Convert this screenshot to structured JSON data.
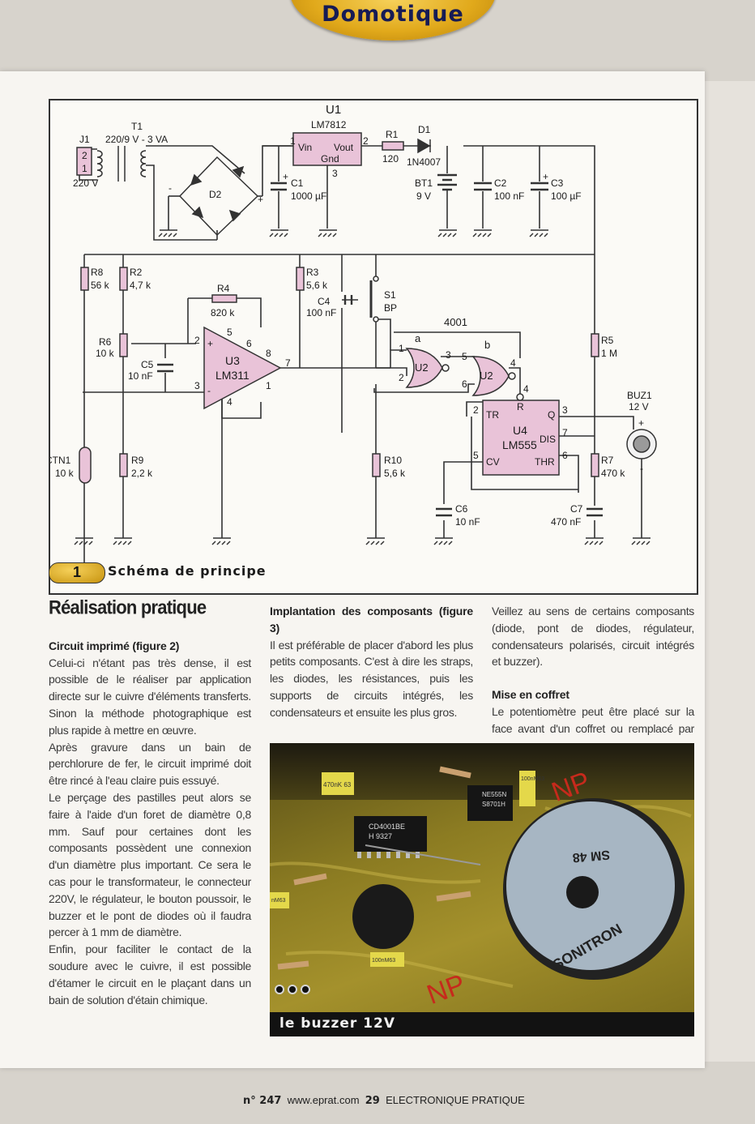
{
  "header": {
    "section": "Domotique"
  },
  "figure1": {
    "number": "1",
    "caption": "Schéma de principe",
    "labels": {
      "u1": "U1",
      "u1_part": "LM7812",
      "vin": "Vin",
      "vout": "Vout",
      "gnd": "Gnd",
      "u1_p1": "1",
      "u1_p2": "2",
      "u1_p3": "3",
      "t1": "T1",
      "t1_spec": "220/9 V - 3 VA",
      "j1": "J1",
      "j1_p2": "2",
      "j1_p1": "1",
      "j1_v": "220 V",
      "d2": "D2",
      "d2_minus": "-",
      "d2_plus": "+",
      "r1": "R1",
      "r1_val": "120",
      "d1": "D1",
      "d1_part": "1N4007",
      "c1": "C1",
      "c1_val": "1000 µF",
      "c1_plus": "+",
      "bt1": "BT1",
      "bt1_val": "9 V",
      "c2": "C2",
      "c2_val": "100 nF",
      "c3": "C3",
      "c3_val": "100 µF",
      "c3_plus": "+",
      "r8": "R8",
      "r8_val": "56 k",
      "r2": "R2",
      "r2_val": "4,7 k",
      "r3": "R3",
      "r3_val": "5,6 k",
      "r4": "R4",
      "r4_val": "820 k",
      "c4": "C4",
      "c4_val": "100 nF",
      "s1": "S1",
      "s1_val": "BP",
      "ic4001": "4001",
      "gate_a": "a",
      "gate_b": "b",
      "u2": "U2",
      "r6": "R6",
      "r6_val": "10 k",
      "c5": "C5",
      "c5_val": "10 nF",
      "u3": "U3",
      "u3_part": "LM311",
      "u3_p2": "2",
      "u3_p3": "3",
      "u3_p5": "5",
      "u3_p6": "6",
      "u3_p8": "8",
      "u3_p7": "7",
      "u3_p1": "1",
      "u3_p4": "4",
      "u3_plus": "+",
      "u3_minus": "-",
      "g_a1": "1",
      "g_a2": "2",
      "g_a3": "3",
      "g_b5": "5",
      "g_b6": "6",
      "g_b4": "4",
      "r5": "R5",
      "r5_val": "1 M",
      "buz1": "BUZ1",
      "buz1_val": "12 V",
      "buz_plus": "+",
      "buz_minus": "-",
      "u4": "U4",
      "u4_part": "LM555",
      "pin_r": "R",
      "pin_tr": "TR",
      "pin_q": "Q",
      "pin_dis": "DIS",
      "pin_cv": "CV",
      "pin_thr": "THR",
      "u4_p4": "4",
      "u4_p2": "2",
      "u4_p3": "3",
      "u4_p7": "7",
      "u4_p5": "5",
      "u4_p6": "6",
      "ctn1": "CTN1",
      "ctn1_val": "10 k",
      "r9": "R9",
      "r9_val": "2,2 k",
      "r10": "R10",
      "r10_val": "5,6 k",
      "r7": "R7",
      "r7_val": "470 k",
      "c6": "C6",
      "c6_val": "10 nF",
      "c7": "C7",
      "c7_val": "470 nF"
    }
  },
  "article": {
    "col1": {
      "heading": "Réalisation pratique",
      "sub1": "Circuit imprimé (figure 2)",
      "p1": "Celui-ci n'étant pas très dense, il est possible de le réaliser par application directe sur le cuivre d'éléments transferts. Sinon la méthode photographique est plus rapide à mettre en œuvre.",
      "p2": "Après gravure dans un bain de perchlorure de fer, le circuit imprimé doit être rincé à l'eau claire puis essuyé.",
      "p3": "Le perçage des pastilles peut alors se faire à l'aide d'un foret de diamètre 0,8 mm. Sauf pour certaines dont les composants possèdent une connexion d'un diamètre plus important. Ce sera le cas pour le transformateur, le connecteur 220V, le régulateur, le bouton poussoir, le buzzer et le pont de diodes où il faudra percer à 1 mm de diamètre.",
      "p4": "Enfin, pour faciliter le contact de la soudure avec le cuivre, il est possible d'étamer le circuit en le plaçant dans un bain de solution d'étain chimique."
    },
    "col2": {
      "sub": "Implantation des composants (figure 3)",
      "p1": "Il est préférable de placer d'abord les plus petits composants. C'est à dire les straps, les diodes, les résistances, puis les supports de circuits intégrés, les condensateurs et ensuite les plus gros."
    },
    "col3": {
      "p1": "Veillez au sens de certains composants (diode, pont de diodes, régulateur, condensateurs polarisés, circuit intégrés et buzzer).",
      "sub": "Mise en coffret",
      "p2": "Le potentiomètre peut être placé sur la face avant d'un coffret ou remplacé par une"
    }
  },
  "photo": {
    "caption": "le buzzer 12V",
    "chip1": "CD4001BE",
    "chip1b": "H 9327",
    "chip2": "NE555N",
    "chip2b": "S8701H",
    "buzzer_text": "SONITRON",
    "buzzer_code": "SM 48",
    "cap1": "470nK 63",
    "cap2": "100nM63",
    "cap3": "100nM63",
    "cap4": "nM63",
    "mark": "NP"
  },
  "footer": {
    "issue": "n° 247",
    "site": "www.eprat.com",
    "page": "29",
    "magazine": "ELECTRONIQUE PRATIQUE"
  }
}
